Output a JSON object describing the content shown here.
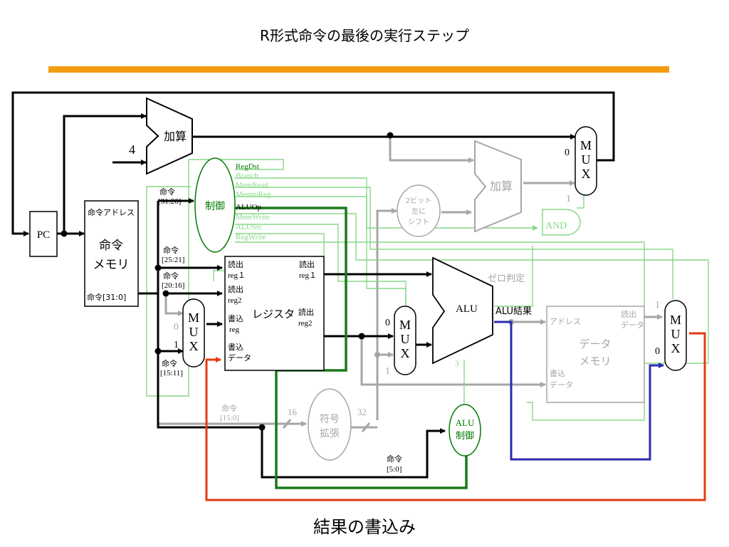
{
  "title": "R形式命令の最後の実行ステップ",
  "caption": "結果の書込み",
  "colors": {
    "accent_bar": "#f39c12",
    "active_wire": "#000000",
    "inactive": "#a6a6a6",
    "control": "#007a00",
    "control_inactive": "#88d888",
    "writeback_wire": "#e63a10",
    "alu_result_wire": "#2b2bb0",
    "aluop_wire": "#1a7a1a"
  },
  "diagram": {
    "pc": {
      "label": "PC"
    },
    "instruction_memory": {
      "address": "命令アドレス",
      "name_line1": "命令",
      "name_line2": "メモリ",
      "output": "命令[31:0]"
    },
    "adder_top": {
      "label": "加算",
      "const_input": "4"
    },
    "adder_branch": {
      "label": "加算"
    },
    "shift_left": {
      "line1": "2ビット",
      "line2": "左に",
      "line3": "シフト"
    },
    "mux_top": {
      "in0": "0",
      "in1": "1",
      "letters": [
        "M",
        "U",
        "X"
      ]
    },
    "and_gate": {
      "label": "AND"
    },
    "control": {
      "label": "制御",
      "input_label_line1": "命令",
      "input_label_line2": "[31:26]",
      "signals": [
        "RegDst",
        "Branch",
        "MemRead",
        "MemtoReg",
        "ALUOp",
        "MemWrite",
        "ALUSrc",
        "RegWrite"
      ]
    },
    "instr_fields": {
      "rs_l1": "命令",
      "rs_l2": "[25:21]",
      "rt_l1": "命令",
      "rt_l2": "[20:16]",
      "rd_l1": "命令",
      "rd_l2": "[15:11]",
      "imm_l1": "命令",
      "imm_l2": "[15:0]",
      "funct_l1": "命令",
      "funct_l2": "[5:0]"
    },
    "mux_regdst": {
      "in0": "0",
      "in1": "1",
      "letters": [
        "M",
        "U",
        "X"
      ]
    },
    "register_file": {
      "name": "レジスタ",
      "read1_l1": "読出",
      "read1_l2": "reg１",
      "read2_l1": "読出",
      "read2_l2": "reg2",
      "write_l1": "書込",
      "write_l2": "reg",
      "wdata_l1": "書込",
      "wdata_l2": "データ",
      "out1_l1": "読出",
      "out1_l2": "reg１",
      "out2_l1": "読出",
      "out2_l2": "reg2"
    },
    "sign_extend": {
      "line1": "符号",
      "line2": "拡張",
      "in_bits": "16",
      "out_bits": "32"
    },
    "mux_alusrc": {
      "in0": "0",
      "in1": "1",
      "letters": [
        "M",
        "U",
        "X"
      ]
    },
    "alu": {
      "label": "ALU",
      "zero": "ゼロ判定",
      "result": "ALU結果",
      "ctrl_bits": "3"
    },
    "alu_control": {
      "line1": "ALU",
      "line2": "制御"
    },
    "data_memory": {
      "address": "アドレス",
      "read_l1": "読出",
      "read_l2": "データ",
      "write_l1": "書込",
      "write_l2": "データ",
      "name_line1": "データ",
      "name_line2": "メモリ"
    },
    "mux_memtoreg": {
      "in0": "0",
      "in1": "1",
      "letters": [
        "M",
        "U",
        "X"
      ]
    }
  }
}
